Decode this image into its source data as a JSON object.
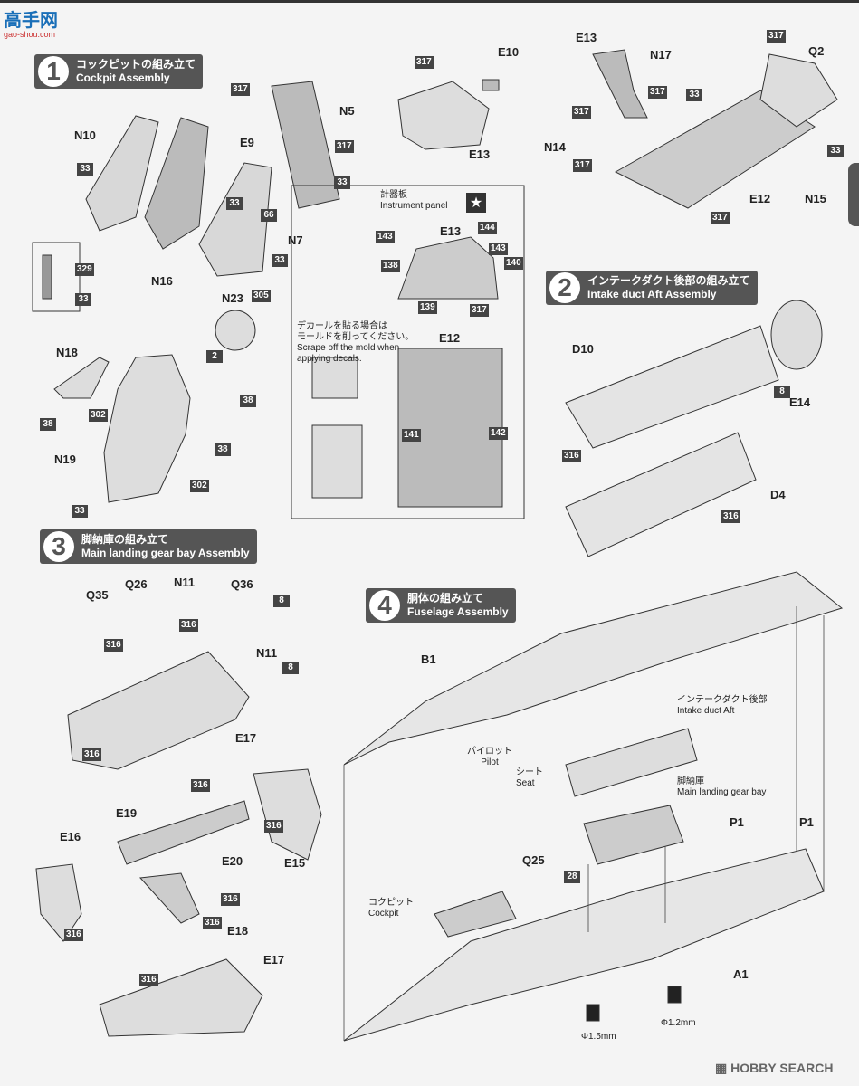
{
  "header": {
    "logo_text": "高手网",
    "logo_sub": "gao-shou.com"
  },
  "steps": [
    {
      "num": "1",
      "title_jp": "コックピットの組み立て",
      "title_en": "Cockpit Assembly"
    },
    {
      "num": "2",
      "title_jp": "インテークダクト後部の組み立て",
      "title_en": "Intake duct Aft Assembly"
    },
    {
      "num": "3",
      "title_jp": "脚納庫の組み立て",
      "title_en": "Main landing gear bay Assembly"
    },
    {
      "num": "4",
      "title_jp": "胴体の組み立て",
      "title_en": "Fuselage Assembly"
    }
  ],
  "instrument_panel": {
    "jp": "計器板",
    "en": "Instrument panel"
  },
  "decal_note": {
    "jp1": "デカールを貼る場合は",
    "jp2": "モールドを削ってください。",
    "en1": "Scrape off the mold when",
    "en2": "applying decals."
  },
  "fuselage_labels": {
    "pilot_jp": "パイロット",
    "pilot_en": "Pilot",
    "seat_jp": "シート",
    "seat_en": "Seat",
    "cockpit_jp": "コクピット",
    "cockpit_en": "Cockpit",
    "intake_jp": "インテークダクト後部",
    "intake_en": "Intake duct Aft",
    "gearbay_jp": "脚納庫",
    "gearbay_en": "Main landing gear bay",
    "drill1": "Φ1.5mm",
    "drill2": "Φ1.2mm"
  },
  "part_labels": [
    "N10",
    "E9",
    "N5",
    "N7",
    "N16",
    "N23",
    "N18",
    "N19",
    "E10",
    "E13",
    "E13",
    "E12",
    "E13",
    "N17",
    "Q2",
    "N14",
    "N15",
    "E12",
    "D10",
    "E14",
    "D4",
    "Q35",
    "Q26",
    "N11",
    "Q36",
    "N11",
    "E17",
    "E19",
    "E20",
    "E15",
    "E16",
    "E18",
    "E17",
    "B1",
    "Q25",
    "P1",
    "P1",
    "A1"
  ],
  "color_codes": [
    "317",
    "317",
    "33",
    "33",
    "33",
    "66",
    "33",
    "329",
    "33",
    "305",
    "2",
    "38",
    "302",
    "38",
    "302",
    "33",
    "38",
    "317",
    "317",
    "144",
    "143",
    "143",
    "140",
    "138",
    "139",
    "317",
    "141",
    "142",
    "33",
    "317",
    "317",
    "317",
    "33",
    "317",
    "8",
    "316",
    "316",
    "8",
    "316",
    "316",
    "8",
    "316",
    "316",
    "316",
    "316",
    "316",
    "316",
    "316",
    "28"
  ],
  "footer": {
    "watermark": "HOBBY SEARCH"
  }
}
